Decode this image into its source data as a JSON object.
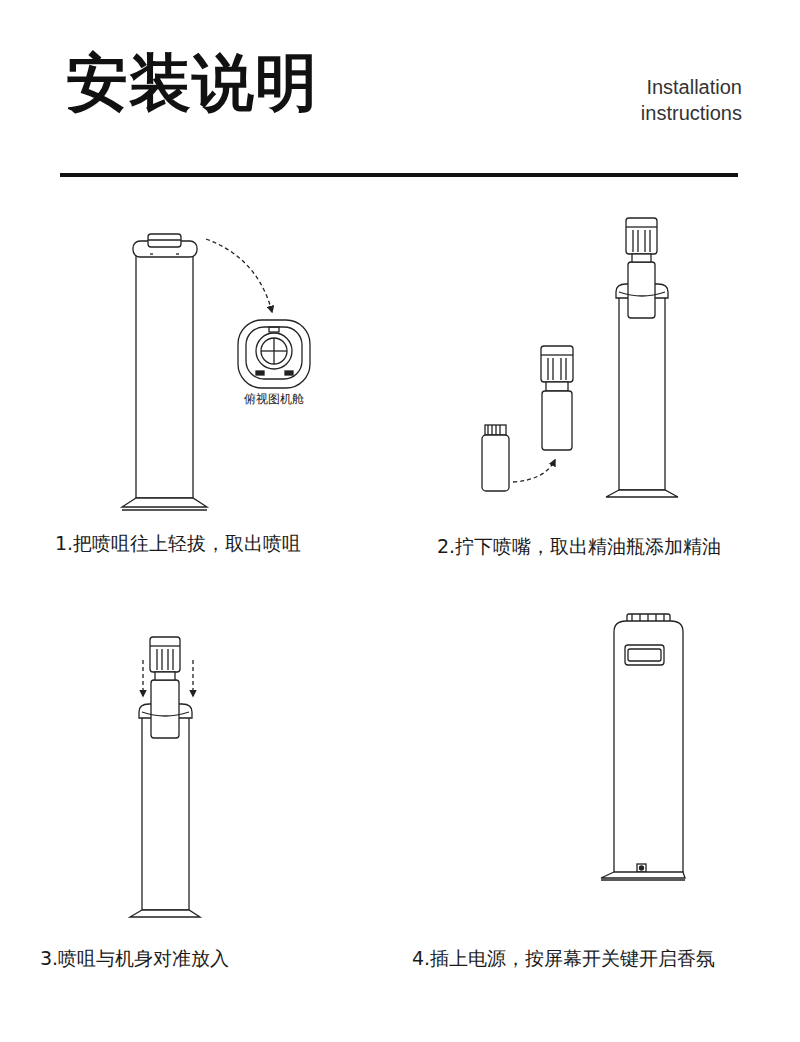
{
  "diagram": {
    "title": "安装说明",
    "labels": [
      "Installation instructions",
      "俯视图机舱",
      "1.把喷咀往上轻拔，取出喷咀",
      "2.拧下喷嘴，取出精油瓶添加精油",
      "3.喷咀与机身对准放入",
      "4.插上电源，按屏幕开关键开启香氛"
    ]
  }
}
